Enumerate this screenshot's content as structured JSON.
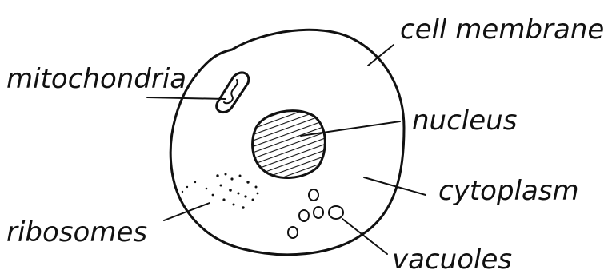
{
  "labels": {
    "cell_membrane": "cell membrane",
    "mitochondria": "mitochondria",
    "nucleus": "nucleus",
    "cytoplasm": "cytoplasm",
    "ribosomes": "ribosomes",
    "vacuoles": "vacuoles"
  }
}
